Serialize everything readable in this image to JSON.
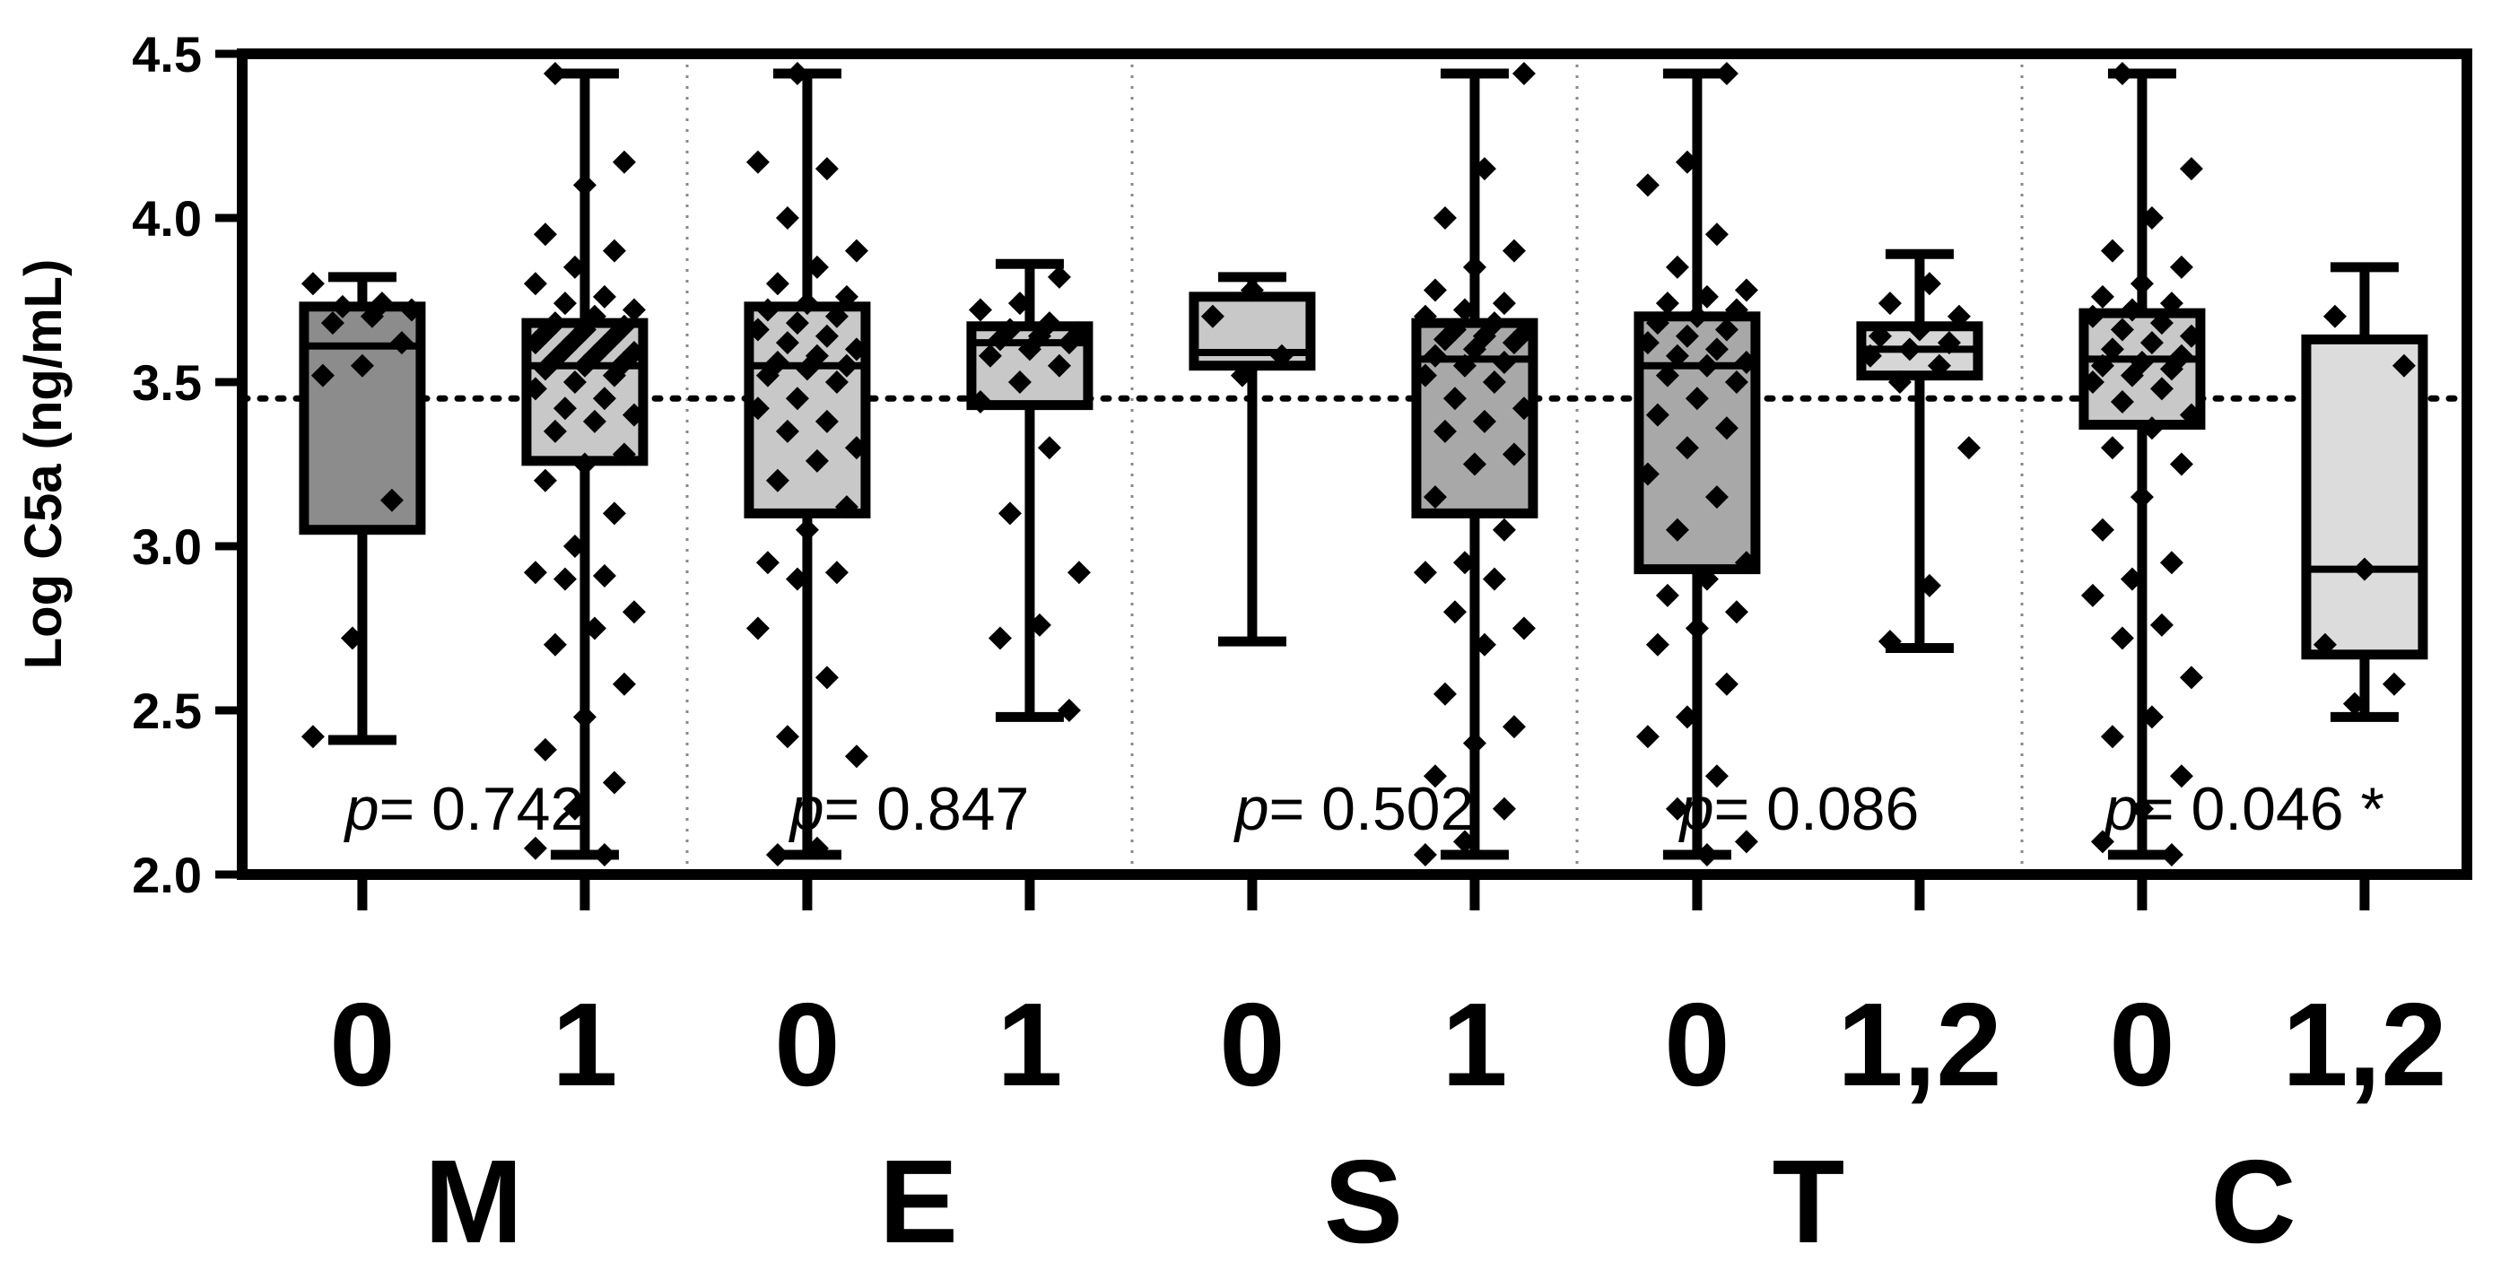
{
  "chart_data": {
    "type": "box",
    "ylabel": "Log C5a (ng/mL)",
    "ylim": [
      2.0,
      4.5
    ],
    "yticks": [
      "2.0",
      "2.5",
      "3.0",
      "3.5",
      "4.0",
      "4.5"
    ],
    "reference_line": 3.45,
    "groups": [
      {
        "name": "M",
        "p_prefix": "p",
        "p_value": "= 0.742",
        "boxes": [
          {
            "category": "0",
            "fill": "#8c8c8c",
            "min": 2.41,
            "q1": 3.05,
            "median": 3.61,
            "q3": 3.73,
            "max": 3.82,
            "points": [
              2.42,
              2.72,
              3.14,
              3.52,
              3.55,
              3.62,
              3.68,
              3.7,
              3.72,
              3.73,
              3.74,
              3.8
            ]
          },
          {
            "category": "1",
            "fill": "#c8c8c8",
            "min": 2.06,
            "q1": 3.26,
            "median": 3.55,
            "q3": 3.68,
            "max": 4.44,
            "points": [
              2.06,
              2.08,
              2.2,
              2.28,
              2.38,
              2.48,
              2.58,
              2.7,
              2.75,
              2.8,
              2.9,
              2.91,
              2.92,
              3.0,
              3.1,
              3.2,
              3.25,
              3.28,
              3.35,
              3.38,
              3.4,
              3.42,
              3.45,
              3.48,
              3.5,
              3.52,
              3.54,
              3.55,
              3.56,
              3.57,
              3.58,
              3.59,
              3.6,
              3.61,
              3.62,
              3.63,
              3.64,
              3.65,
              3.66,
              3.67,
              3.68,
              3.7,
              3.72,
              3.74,
              3.76,
              3.8,
              3.85,
              3.9,
              3.95,
              4.1,
              4.17,
              4.44
            ]
          }
        ]
      },
      {
        "name": "E",
        "p_prefix": "p",
        "p_value": "= 0.847",
        "boxes": [
          {
            "category": "0",
            "fill": "#c8c8c8",
            "min": 2.06,
            "q1": 3.1,
            "median": 3.55,
            "q3": 3.73,
            "max": 4.44,
            "points": [
              2.06,
              2.08,
              2.36,
              2.42,
              2.6,
              2.75,
              2.9,
              2.92,
              2.95,
              3.05,
              3.12,
              3.2,
              3.26,
              3.3,
              3.35,
              3.38,
              3.42,
              3.45,
              3.5,
              3.52,
              3.54,
              3.55,
              3.56,
              3.58,
              3.6,
              3.62,
              3.64,
              3.66,
              3.68,
              3.7,
              3.72,
              3.74,
              3.76,
              3.8,
              3.85,
              3.9,
              4.0,
              4.15,
              4.17,
              4.44
            ]
          },
          {
            "category": "1",
            "fill": "#c8c8c8",
            "min": 2.48,
            "q1": 3.43,
            "median": 3.62,
            "q3": 3.67,
            "max": 3.86,
            "points": [
              2.5,
              2.72,
              2.76,
              2.92,
              3.1,
              3.3,
              3.44,
              3.5,
              3.55,
              3.58,
              3.6,
              3.62,
              3.63,
              3.64,
              3.65,
              3.66,
              3.68,
              3.72,
              3.74,
              3.82
            ]
          }
        ]
      },
      {
        "name": "S",
        "p_prefix": "p",
        "p_value": "= 0.502",
        "boxes": [
          {
            "category": "0",
            "fill": "#c8c8c8",
            "min": 2.71,
            "q1": 3.55,
            "median": 3.59,
            "q3": 3.76,
            "max": 3.82,
            "points": [
              3.52,
              3.58,
              3.7,
              3.78
            ]
          },
          {
            "category": "1",
            "fill": "#a8a8a8",
            "min": 2.06,
            "q1": 3.1,
            "median": 3.57,
            "q3": 3.68,
            "max": 4.44,
            "points": [
              2.06,
              2.1,
              2.2,
              2.3,
              2.4,
              2.45,
              2.55,
              2.7,
              2.75,
              2.8,
              2.9,
              2.92,
              2.95,
              3.05,
              3.15,
              3.25,
              3.28,
              3.35,
              3.38,
              3.42,
              3.45,
              3.5,
              3.52,
              3.55,
              3.56,
              3.58,
              3.6,
              3.62,
              3.63,
              3.64,
              3.65,
              3.66,
              3.68,
              3.7,
              3.72,
              3.74,
              3.78,
              3.85,
              3.9,
              4.0,
              4.15,
              4.44
            ]
          }
        ]
      },
      {
        "name": "T",
        "p_prefix": "p",
        "p_value": "= 0.086",
        "boxes": [
          {
            "category": "0",
            "fill": "#a8a8a8",
            "min": 2.06,
            "q1": 2.93,
            "median": 3.55,
            "q3": 3.7,
            "max": 4.44,
            "points": [
              2.06,
              2.1,
              2.2,
              2.3,
              2.42,
              2.48,
              2.58,
              2.7,
              2.75,
              2.8,
              2.85,
              2.9,
              2.95,
              3.05,
              3.15,
              3.22,
              3.3,
              3.36,
              3.4,
              3.45,
              3.5,
              3.52,
              3.55,
              3.56,
              3.58,
              3.6,
              3.62,
              3.64,
              3.66,
              3.68,
              3.7,
              3.72,
              3.74,
              3.76,
              3.78,
              3.85,
              3.95,
              4.1,
              4.17,
              4.44
            ]
          },
          {
            "category": "1,2",
            "fill": "#d6d6d6",
            "min": 2.69,
            "q1": 3.52,
            "median": 3.6,
            "q3": 3.67,
            "max": 3.89,
            "points": [
              2.71,
              2.88,
              3.3,
              3.5,
              3.55,
              3.58,
              3.6,
              3.62,
              3.64,
              3.66,
              3.7,
              3.74,
              3.8
            ]
          }
        ]
      },
      {
        "name": "C",
        "p_prefix": "p",
        "p_value": "= 0.046 *",
        "boxes": [
          {
            "category": "0",
            "fill": "#c8c8c8",
            "min": 2.06,
            "q1": 3.37,
            "median": 3.57,
            "q3": 3.71,
            "max": 4.44,
            "points": [
              2.06,
              2.1,
              2.2,
              2.3,
              2.42,
              2.48,
              2.6,
              2.72,
              2.76,
              2.85,
              2.9,
              2.95,
              3.05,
              3.15,
              3.25,
              3.3,
              3.36,
              3.4,
              3.44,
              3.48,
              3.5,
              3.52,
              3.54,
              3.55,
              3.56,
              3.58,
              3.6,
              3.62,
              3.64,
              3.66,
              3.68,
              3.7,
              3.72,
              3.74,
              3.76,
              3.8,
              3.85,
              3.9,
              4.0,
              4.15,
              4.44
            ]
          },
          {
            "category": "1,2",
            "fill": "#dcdcdc",
            "min": 2.48,
            "q1": 2.67,
            "median": 2.93,
            "q3": 3.63,
            "max": 3.85,
            "points": [
              2.52,
              2.58,
              2.7,
              2.93,
              3.55,
              3.7
            ]
          }
        ]
      }
    ]
  }
}
